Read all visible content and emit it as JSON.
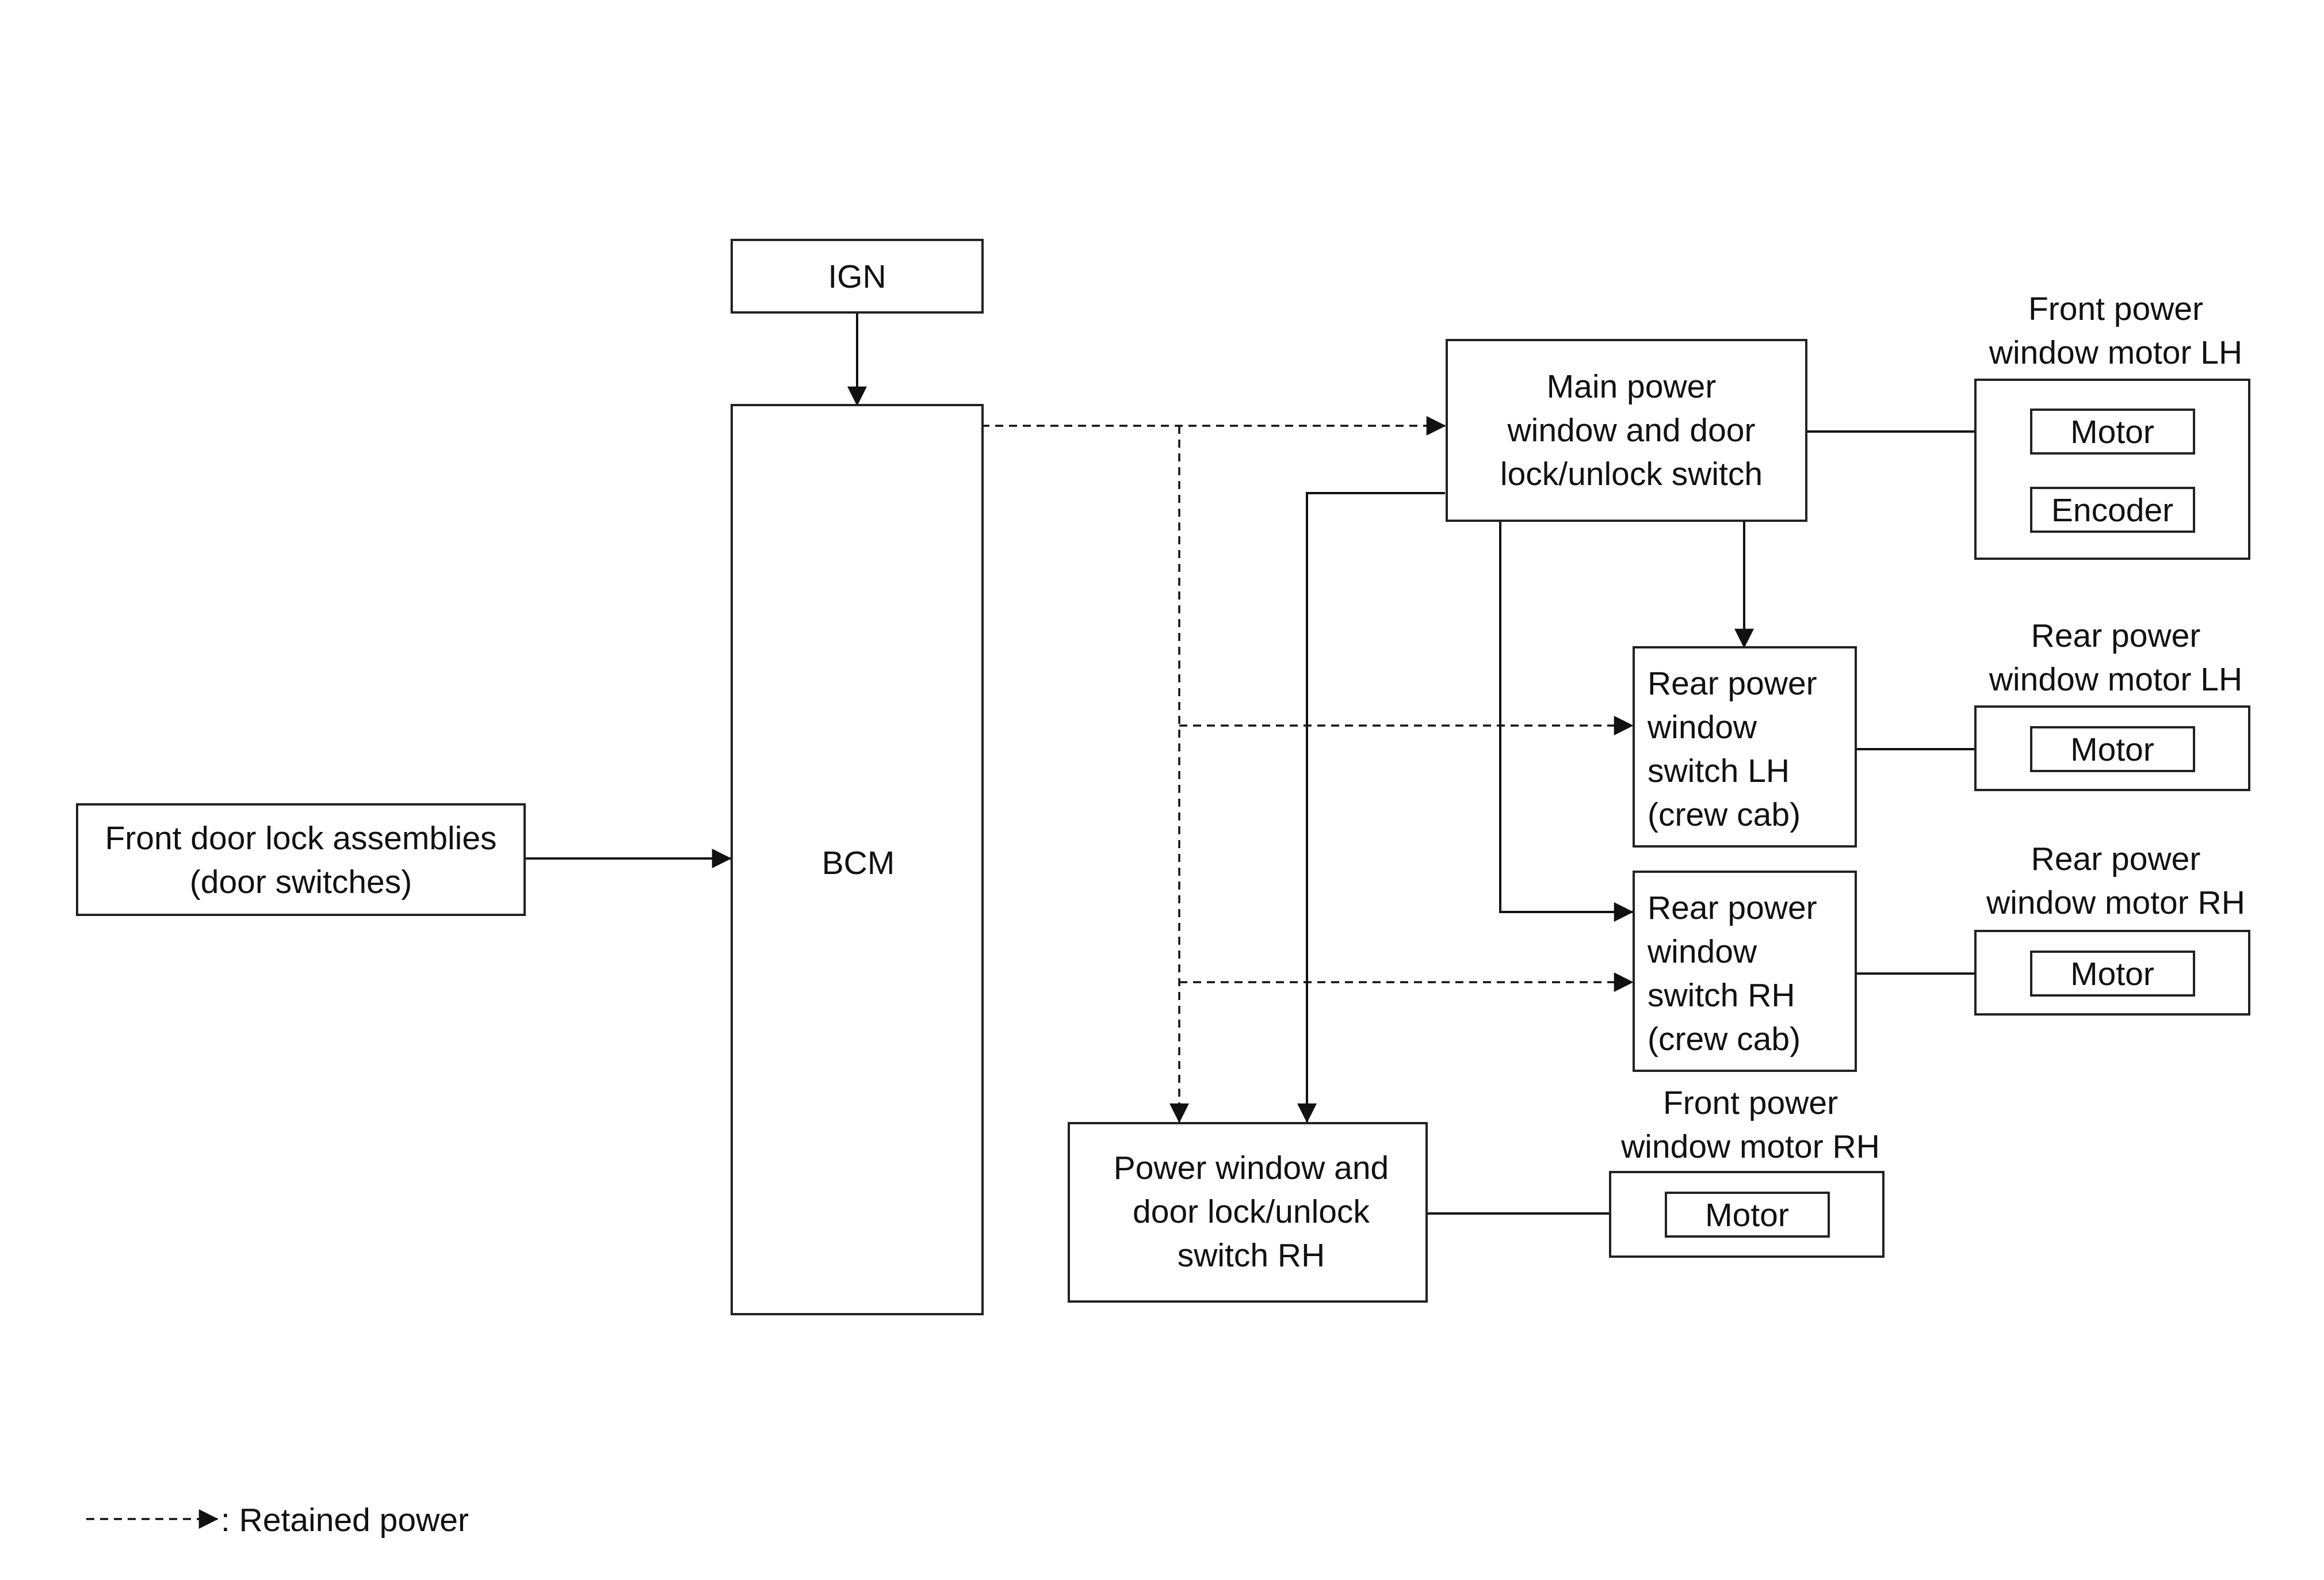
{
  "nodes": {
    "ign": {
      "lines": [
        "IGN"
      ]
    },
    "bcm": {
      "lines": [
        "BCM"
      ]
    },
    "front_door_lock": {
      "lines": [
        "Front door lock assemblies",
        "(door switches)"
      ]
    },
    "main_switch": {
      "lines": [
        "Main power",
        "window and door",
        "lock/unlock switch"
      ]
    },
    "rear_switch_lh": {
      "lines": [
        "Rear power",
        "window",
        "switch LH",
        "(crew cab)"
      ]
    },
    "rear_switch_rh": {
      "lines": [
        "Rear power",
        "window",
        "switch RH",
        "(crew cab)"
      ]
    },
    "switch_rh": {
      "lines": [
        "Power window and",
        "door lock/unlock",
        "switch RH"
      ]
    },
    "front_motor_lh": {
      "caption": [
        "Front power",
        "window motor LH"
      ],
      "inner": [
        "Motor",
        "Encoder"
      ]
    },
    "rear_motor_lh": {
      "caption": [
        "Rear power",
        "window motor LH"
      ],
      "inner": [
        "Motor"
      ]
    },
    "rear_motor_rh": {
      "caption": [
        "Rear power",
        "window motor RH"
      ],
      "inner": [
        "Motor"
      ]
    },
    "front_motor_rh": {
      "caption": [
        "Front power",
        "window motor RH"
      ],
      "inner": [
        "Motor"
      ]
    }
  },
  "legend": {
    "label": ": Retained power"
  }
}
